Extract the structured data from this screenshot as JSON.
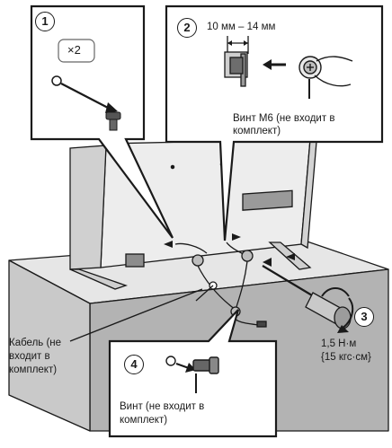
{
  "steps": [
    "1",
    "2",
    "3",
    "4"
  ],
  "multiplier": "×2",
  "step2": {
    "range": "10 мм – 14 мм",
    "screw_label_line1": "Винт М6 (не входит в",
    "screw_label_line2": "комплект)"
  },
  "cable_label": [
    "Кабель (не",
    "входит в",
    "комплект)"
  ],
  "torque": [
    "1,5 Н·м",
    "{15 кгс·см}"
  ],
  "step4_label": [
    "Винт (не входит в",
    "комплект)"
  ]
}
